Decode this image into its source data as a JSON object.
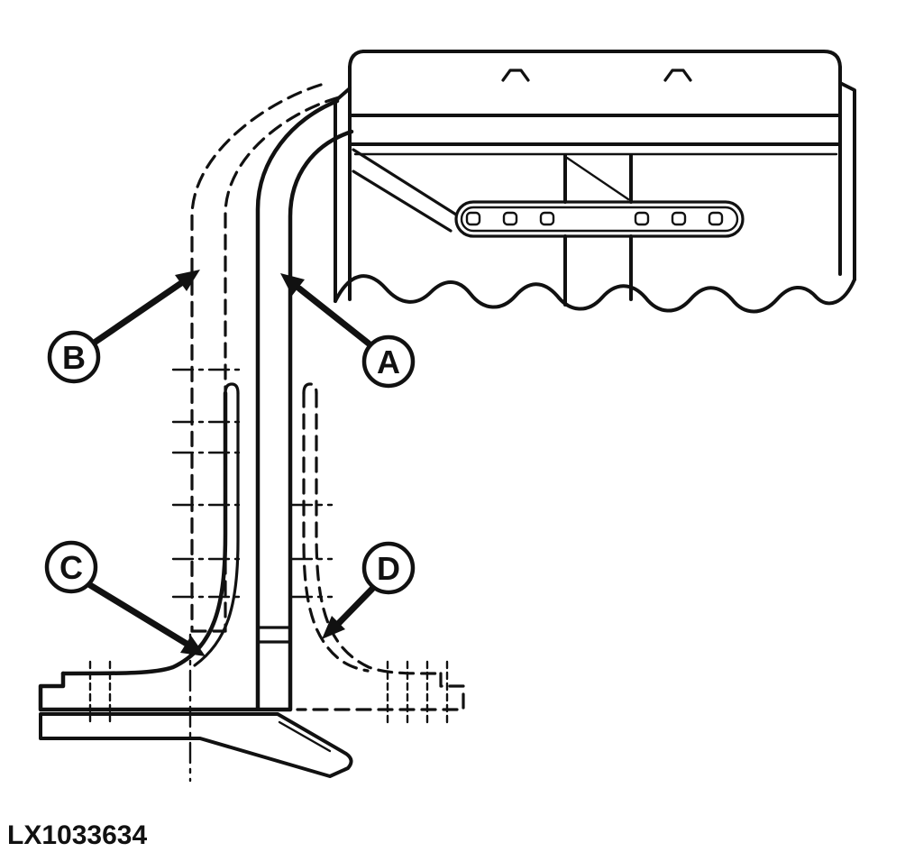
{
  "figure": {
    "code": "LX1033634",
    "callouts": {
      "a": {
        "label": "A"
      },
      "b": {
        "label": "B"
      },
      "c": {
        "label": "C"
      },
      "d": {
        "label": "D"
      }
    },
    "colors": {
      "line": "#111111",
      "background": "#ffffff"
    }
  }
}
